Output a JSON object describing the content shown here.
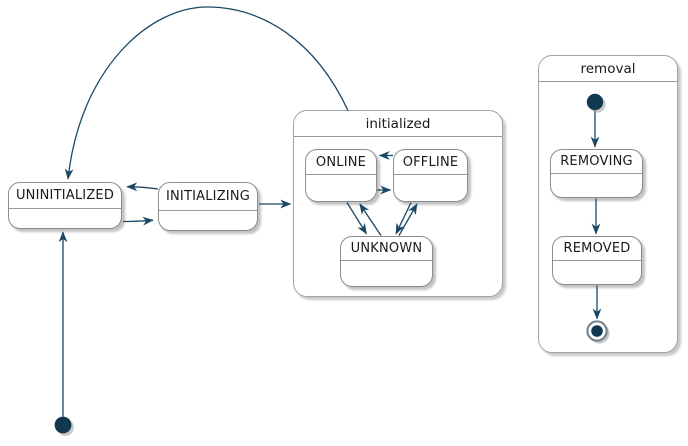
{
  "diagram": {
    "type": "state-machine",
    "colors": {
      "arrow": "#1b4965",
      "pseudostate_fill": "#12384f",
      "final_ring": "#6b7d8c",
      "state_border": "#8c8c8c",
      "composite_border": "#a3a3a3",
      "text": "#1a1a1a",
      "background": "#ffffff"
    },
    "states": {
      "uninitialized": {
        "label": "UNINITIALIZED"
      },
      "initializing": {
        "label": "INITIALIZING"
      },
      "online": {
        "label": "ONLINE"
      },
      "offline": {
        "label": "OFFLINE"
      },
      "unknown": {
        "label": "UNKNOWN"
      },
      "removing": {
        "label": "REMOVING"
      },
      "removed": {
        "label": "REMOVED"
      }
    },
    "composites": {
      "initialized": {
        "label": "initialized"
      },
      "removal": {
        "label": "removal"
      }
    },
    "transitions": [
      {
        "from": "initial",
        "to": "UNINITIALIZED"
      },
      {
        "from": "UNINITIALIZED",
        "to": "INITIALIZING"
      },
      {
        "from": "INITIALIZING",
        "to": "UNINITIALIZED"
      },
      {
        "from": "INITIALIZING",
        "to": "initialized"
      },
      {
        "from": "initialized",
        "to": "UNINITIALIZED"
      },
      {
        "from": "OFFLINE",
        "to": "ONLINE"
      },
      {
        "from": "ONLINE",
        "to": "OFFLINE"
      },
      {
        "from": "ONLINE",
        "to": "UNKNOWN"
      },
      {
        "from": "UNKNOWN",
        "to": "ONLINE"
      },
      {
        "from": "OFFLINE",
        "to": "UNKNOWN"
      },
      {
        "from": "UNKNOWN",
        "to": "OFFLINE"
      },
      {
        "from": "initial(removal)",
        "to": "REMOVING"
      },
      {
        "from": "REMOVING",
        "to": "REMOVED"
      },
      {
        "from": "REMOVED",
        "to": "final(removal)"
      }
    ]
  }
}
